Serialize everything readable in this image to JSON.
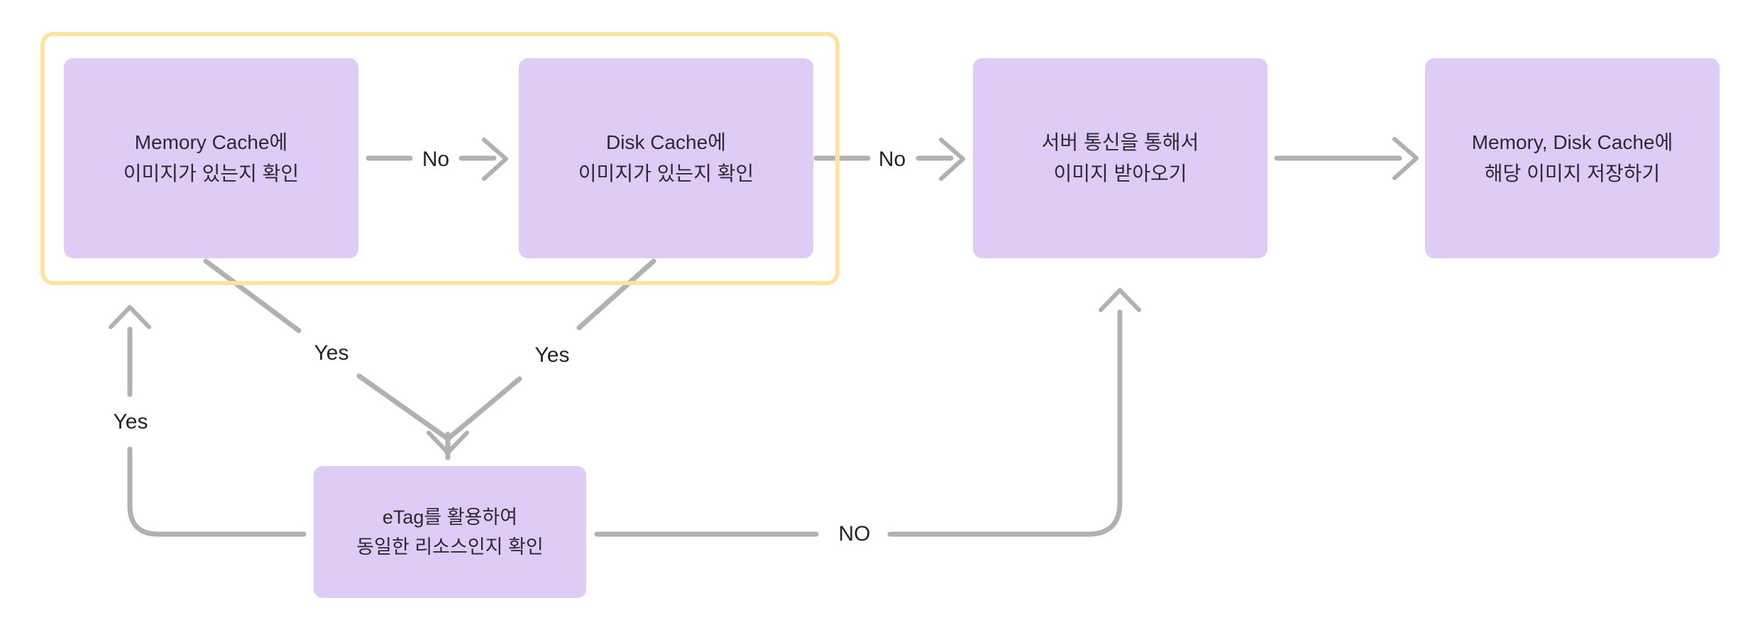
{
  "diagram": {
    "description_colors": {
      "node_fill": "#dfccf6",
      "node_text": "#2b2933",
      "group_border": "#fbe3a2",
      "arrow": "#b2b0b2",
      "label_text": "#242428",
      "background": "#ffffff"
    },
    "nodes": [
      {
        "id": "memory-cache-check",
        "line1": "Memory Cache에",
        "line2": "이미지가 있는지 확인"
      },
      {
        "id": "disk-cache-check",
        "line1": "Disk Cache에",
        "line2": "이미지가 있는지 확인"
      },
      {
        "id": "server-fetch",
        "line1": "서버 통신을 통해서",
        "line2": "이미지 받아오기"
      },
      {
        "id": "save-to-caches",
        "line1": "Memory, Disk Cache에",
        "line2": "해당 이미지 저장하기"
      },
      {
        "id": "etag-check",
        "line1": "eTag를 활용하여",
        "line2": "동일한 리소스인지 확인"
      }
    ],
    "edge_labels": [
      {
        "id": "memory-to-disk",
        "text": "No"
      },
      {
        "id": "disk-to-server",
        "text": "No"
      },
      {
        "id": "memory-to-etag",
        "text": "Yes"
      },
      {
        "id": "disk-to-etag",
        "text": "Yes"
      },
      {
        "id": "etag-return-yes",
        "text": "Yes"
      },
      {
        "id": "etag-to-server",
        "text": "NO"
      }
    ]
  }
}
